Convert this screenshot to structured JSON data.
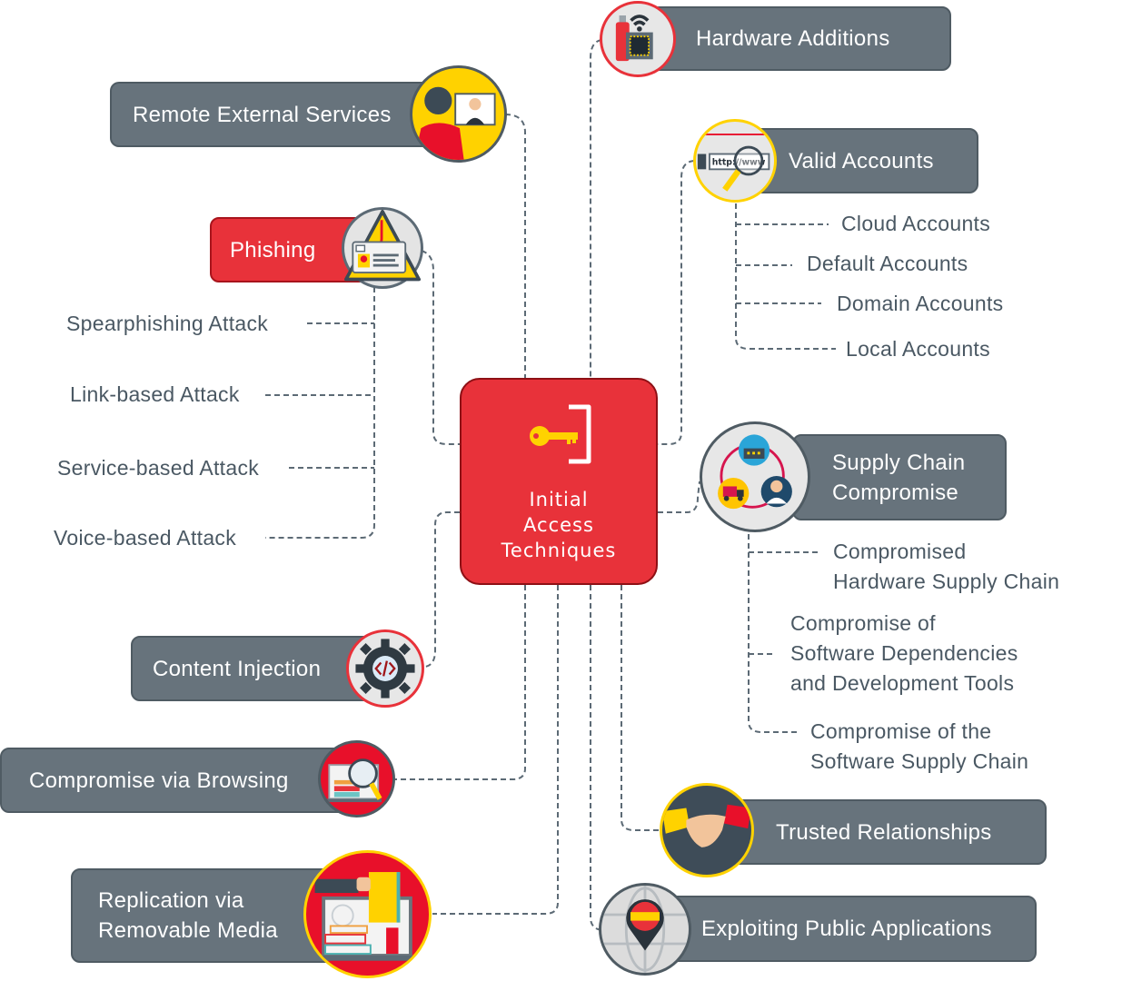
{
  "center": {
    "title_lines": [
      "Initial",
      "Access",
      "Techniques"
    ],
    "icon": "key-door-icon",
    "color": "#e8323a"
  },
  "colors": {
    "box_gray": "#67737c",
    "box_red": "#e8323a",
    "connector": "#5c6a75",
    "subtext": "#4a5863",
    "accent_yellow": "#ffd200"
  },
  "techniques": {
    "hardware_additions": {
      "label": "Hardware Additions",
      "icon": "usb-chip-icon"
    },
    "remote_external_services": {
      "label": "Remote External Services",
      "icon": "video-call-icon"
    },
    "phishing": {
      "label": "Phishing",
      "icon": "phishing-warning-icon",
      "subs": [
        "Spearphishing Attack",
        "Link-based Attack",
        "Service-based Attack",
        "Voice-based Attack"
      ]
    },
    "valid_accounts": {
      "label": "Valid Accounts",
      "icon": "url-search-icon",
      "icon_text": "http://www",
      "subs": [
        "Cloud Accounts",
        "Default Accounts",
        "Domain Accounts",
        "Local Accounts"
      ]
    },
    "supply_chain": {
      "label_lines": [
        "Supply Chain",
        "Compromise"
      ],
      "icon": "supply-cycle-icon",
      "subs": [
        [
          "Compromised",
          "Hardware Supply Chain"
        ],
        [
          "Compromise of",
          "Software Dependencies",
          "and Development Tools"
        ],
        [
          "Compromise of the",
          "Software Supply Chain"
        ]
      ]
    },
    "content_injection": {
      "label": "Content Injection",
      "icon": "code-gear-icon"
    },
    "compromise_browsing": {
      "label": "Compromise via Browsing",
      "icon": "laptop-magnifier-icon"
    },
    "removable_media": {
      "label_lines": [
        "Replication via",
        "Removable Media"
      ],
      "icon": "laptop-books-icon"
    },
    "trusted_relationships": {
      "label": "Trusted Relationships",
      "icon": "handshake-icon"
    },
    "public_applications": {
      "label": "Exploiting Public Applications",
      "icon": "globe-pin-icon"
    }
  }
}
